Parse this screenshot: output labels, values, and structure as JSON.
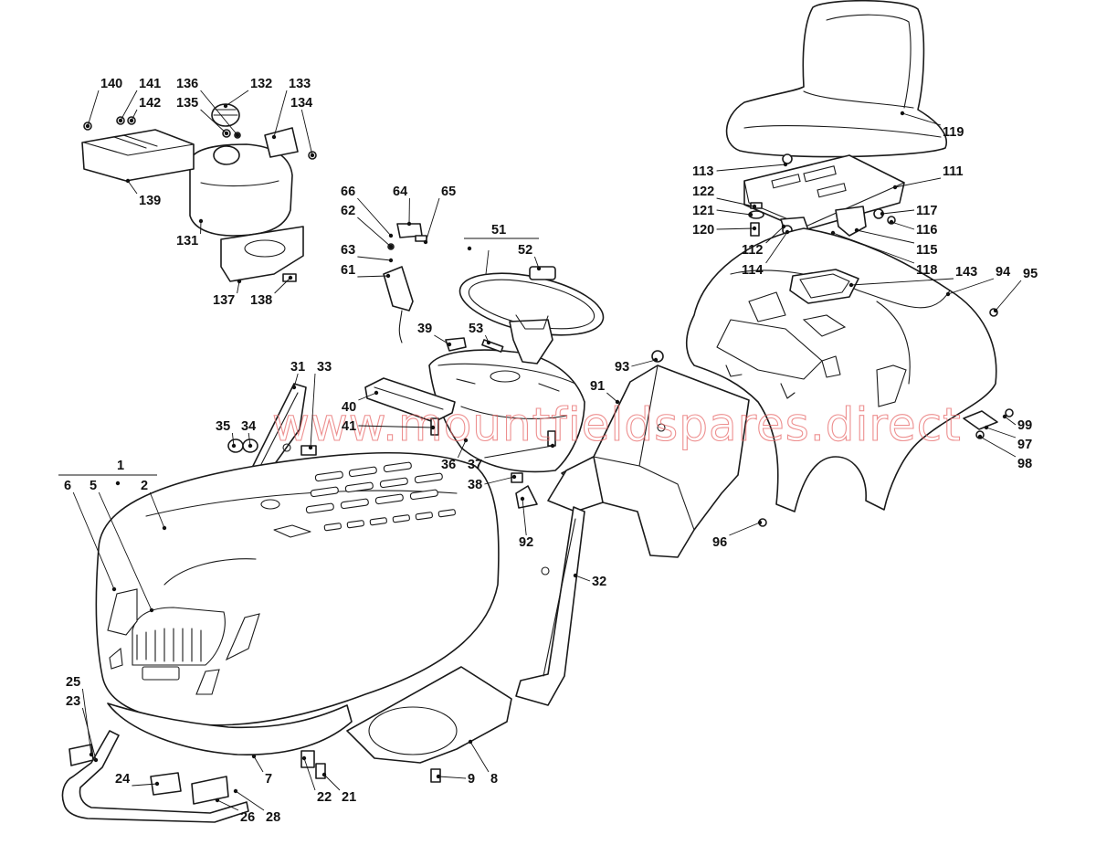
{
  "watermark": "www.mountfieldspares.direct",
  "labels": [
    "140",
    "141",
    "142",
    "136",
    "135",
    "132",
    "133",
    "134",
    "139",
    "131",
    "137",
    "138",
    "66",
    "62",
    "64",
    "65",
    "63",
    "61",
    "51",
    "52",
    "39",
    "53",
    "40",
    "41",
    "31",
    "33",
    "35",
    "34",
    "36",
    "37",
    "38",
    "92",
    "32",
    "1",
    "6",
    "5",
    "2",
    "25",
    "23",
    "24",
    "26",
    "28",
    "7",
    "22",
    "21",
    "9",
    "8",
    "119",
    "113",
    "111",
    "122",
    "121",
    "120",
    "117",
    "116",
    "115",
    "112",
    "114",
    "118",
    "143",
    "94",
    "95",
    "93",
    "91",
    "99",
    "97",
    "98",
    "96"
  ],
  "colors": {
    "line": "#1a1a1a",
    "label": "#111111",
    "watermark": "#e86a6a"
  }
}
